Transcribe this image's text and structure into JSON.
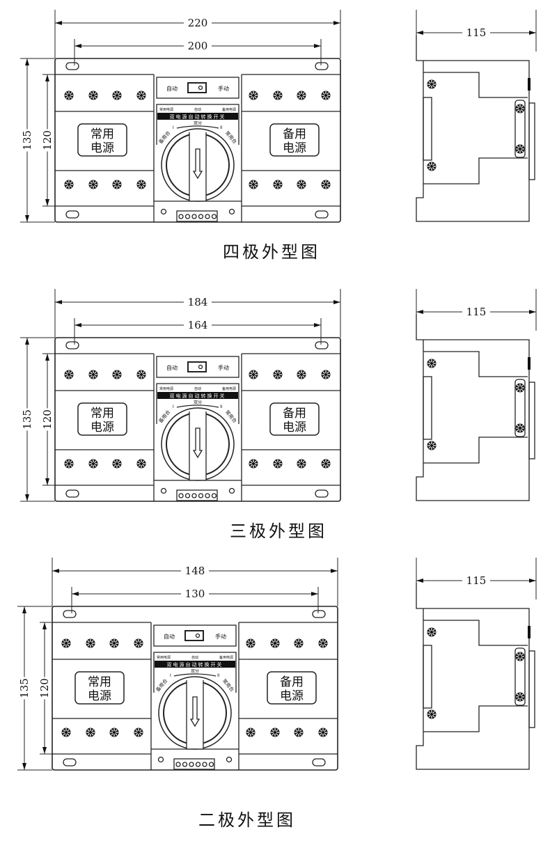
{
  "labels": {
    "normal_power": [
      "常用",
      "电源"
    ],
    "backup_power": [
      "备用",
      "电源"
    ],
    "auto": "自动",
    "manual": "手动",
    "panel_normal": "常用电源",
    "panel_auto": "自动",
    "panel_backup": "备用电源",
    "panel_banner": "双电源自动转换开关",
    "dual_off": "双分",
    "backup_close": "备用合",
    "normal_close": "常用合",
    "pos_i": "I",
    "pos_ii": "II"
  },
  "sections": [
    {
      "title": "四极外型图",
      "overall_width": "220",
      "mount_width": "200",
      "height": "135",
      "mount_height": "120",
      "depth": "115"
    },
    {
      "title": "三极外型图",
      "overall_width": "184",
      "mount_width": "164",
      "height": "135",
      "mount_height": "120",
      "depth": "115"
    },
    {
      "title": "二极外型图",
      "overall_width": "148",
      "mount_width": "130",
      "height": "135",
      "mount_height": "120",
      "depth": "115"
    }
  ]
}
